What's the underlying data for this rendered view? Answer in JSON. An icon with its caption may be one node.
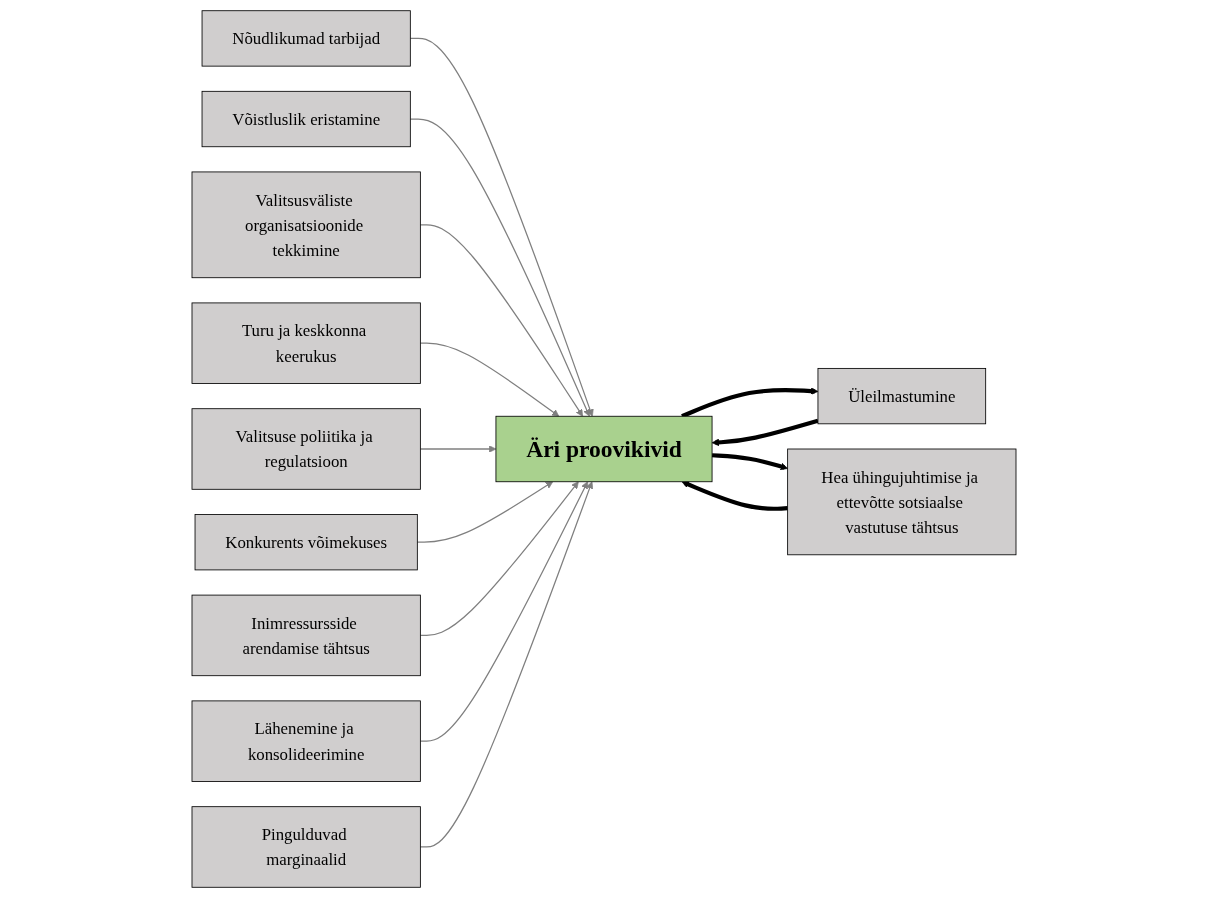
{
  "diagram": {
    "nodes": [
      {
        "text": [
          "Nõudlikumad tarbijad"
        ]
      },
      {
        "text": [
          "Võistluslik eristamine"
        ]
      },
      {
        "text": [
          "Valitsusväliste organisatsioonide tekkimine"
        ]
      },
      {
        "text": [
          "Turu ja keskkonna keerukus"
        ]
      },
      {
        "text": [
          "Valitsuse poliitika ja regulatsioon"
        ]
      },
      {
        "text": [
          "Üleilmastumine"
        ]
      },
      {
        "text": [
          "Äri proovikivid"
        ]
      },
      {
        "text": [
          "Hea ühingujuhtimise ja ettevõtte sotsiaalse vastutuse tähtsus"
        ]
      },
      {
        "text": [
          "Konkurents võimekuses"
        ]
      },
      {
        "text": [
          "Inimressursside arendamise tähtsus"
        ]
      },
      {
        "text": [
          "Lähenemine ja konsolideerimine"
        ]
      },
      {
        "text": [
          "Pingulduvad marginaalid"
        ]
      }
    ],
    "edges": [
      {
        "from": 0,
        "to": 6,
        "arrow": "to"
      },
      {
        "from": 1,
        "to": 6,
        "arrow": "to"
      },
      {
        "from": 2,
        "to": 6,
        "arrow": "to"
      },
      {
        "from": 3,
        "to": 6,
        "arrow": "to"
      },
      {
        "from": 4,
        "to": 6,
        "arrow": "to"
      },
      {
        "from": 5,
        "to": 6,
        "arrow": "to",
        "style": "thick",
        "color": "#000000"
      },
      {
        "from": 6,
        "to": 5,
        "arrow": "to",
        "style": "thick",
        "color": "#000000"
      },
      {
        "from": 6,
        "to": 7,
        "arrow": "to",
        "style": "thick",
        "color": "#000000"
      },
      {
        "from": 7,
        "to": 6,
        "arrow": "to",
        "style": "thick",
        "color": "#000000"
      },
      {
        "from": 8,
        "to": 6,
        "arrow": "to"
      },
      {
        "from": 9,
        "to": 6,
        "arrow": "to"
      },
      {
        "from": 10,
        "to": 6,
        "arrow": "to"
      },
      {
        "from": 11,
        "to": 6,
        "arrow": "to"
      }
    ]
  }
}
